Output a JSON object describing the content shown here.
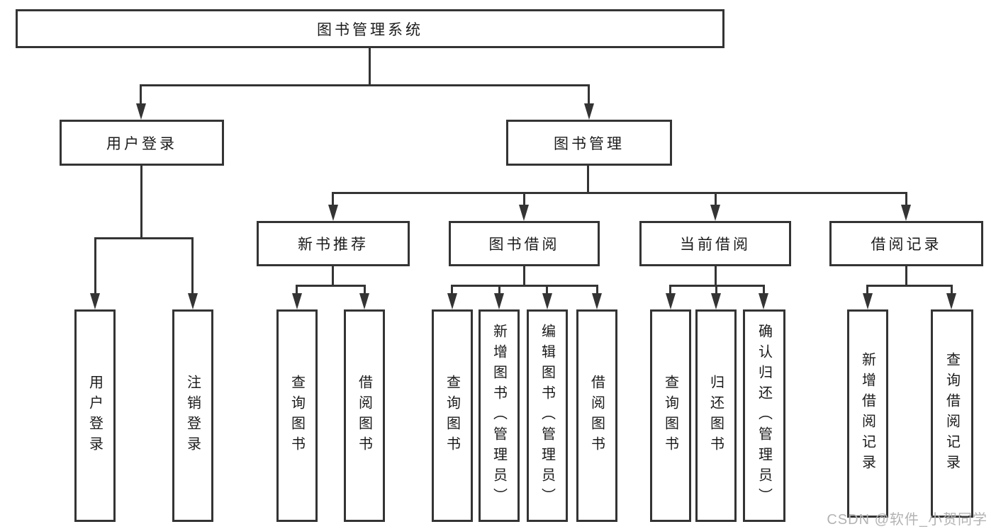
{
  "nodes": {
    "root": "图书管理系统",
    "userLogin": "用户登录",
    "bookMgmt": "图书管理",
    "newRec": "新书推荐",
    "bookBorrow": "图书借阅",
    "currentBorrow": "当前借阅",
    "borrowRecord": "借阅记录",
    "loginLeaf": "用户登录",
    "logoutLeaf": "注销登录",
    "recQuery": "查询图书",
    "recBorrow": "借阅图书",
    "bbQuery": "查询图书",
    "bbAdd": "新增图书（管理员）",
    "bbEdit": "编辑图书（管理员）",
    "bbBorrow": "借阅图书",
    "cbQuery": "查询图书",
    "cbReturn": "归还图书",
    "cbConfirm": "确认归还（管理员）",
    "brAdd": "新增借阅记录",
    "brQuery": "查询借阅记录"
  },
  "watermark": "CSDN @软件_小贺同学",
  "colors": {
    "line": "#343434",
    "text": "#1b1b1b",
    "watermark": "#b3b3b3",
    "background": "#ffffff"
  }
}
